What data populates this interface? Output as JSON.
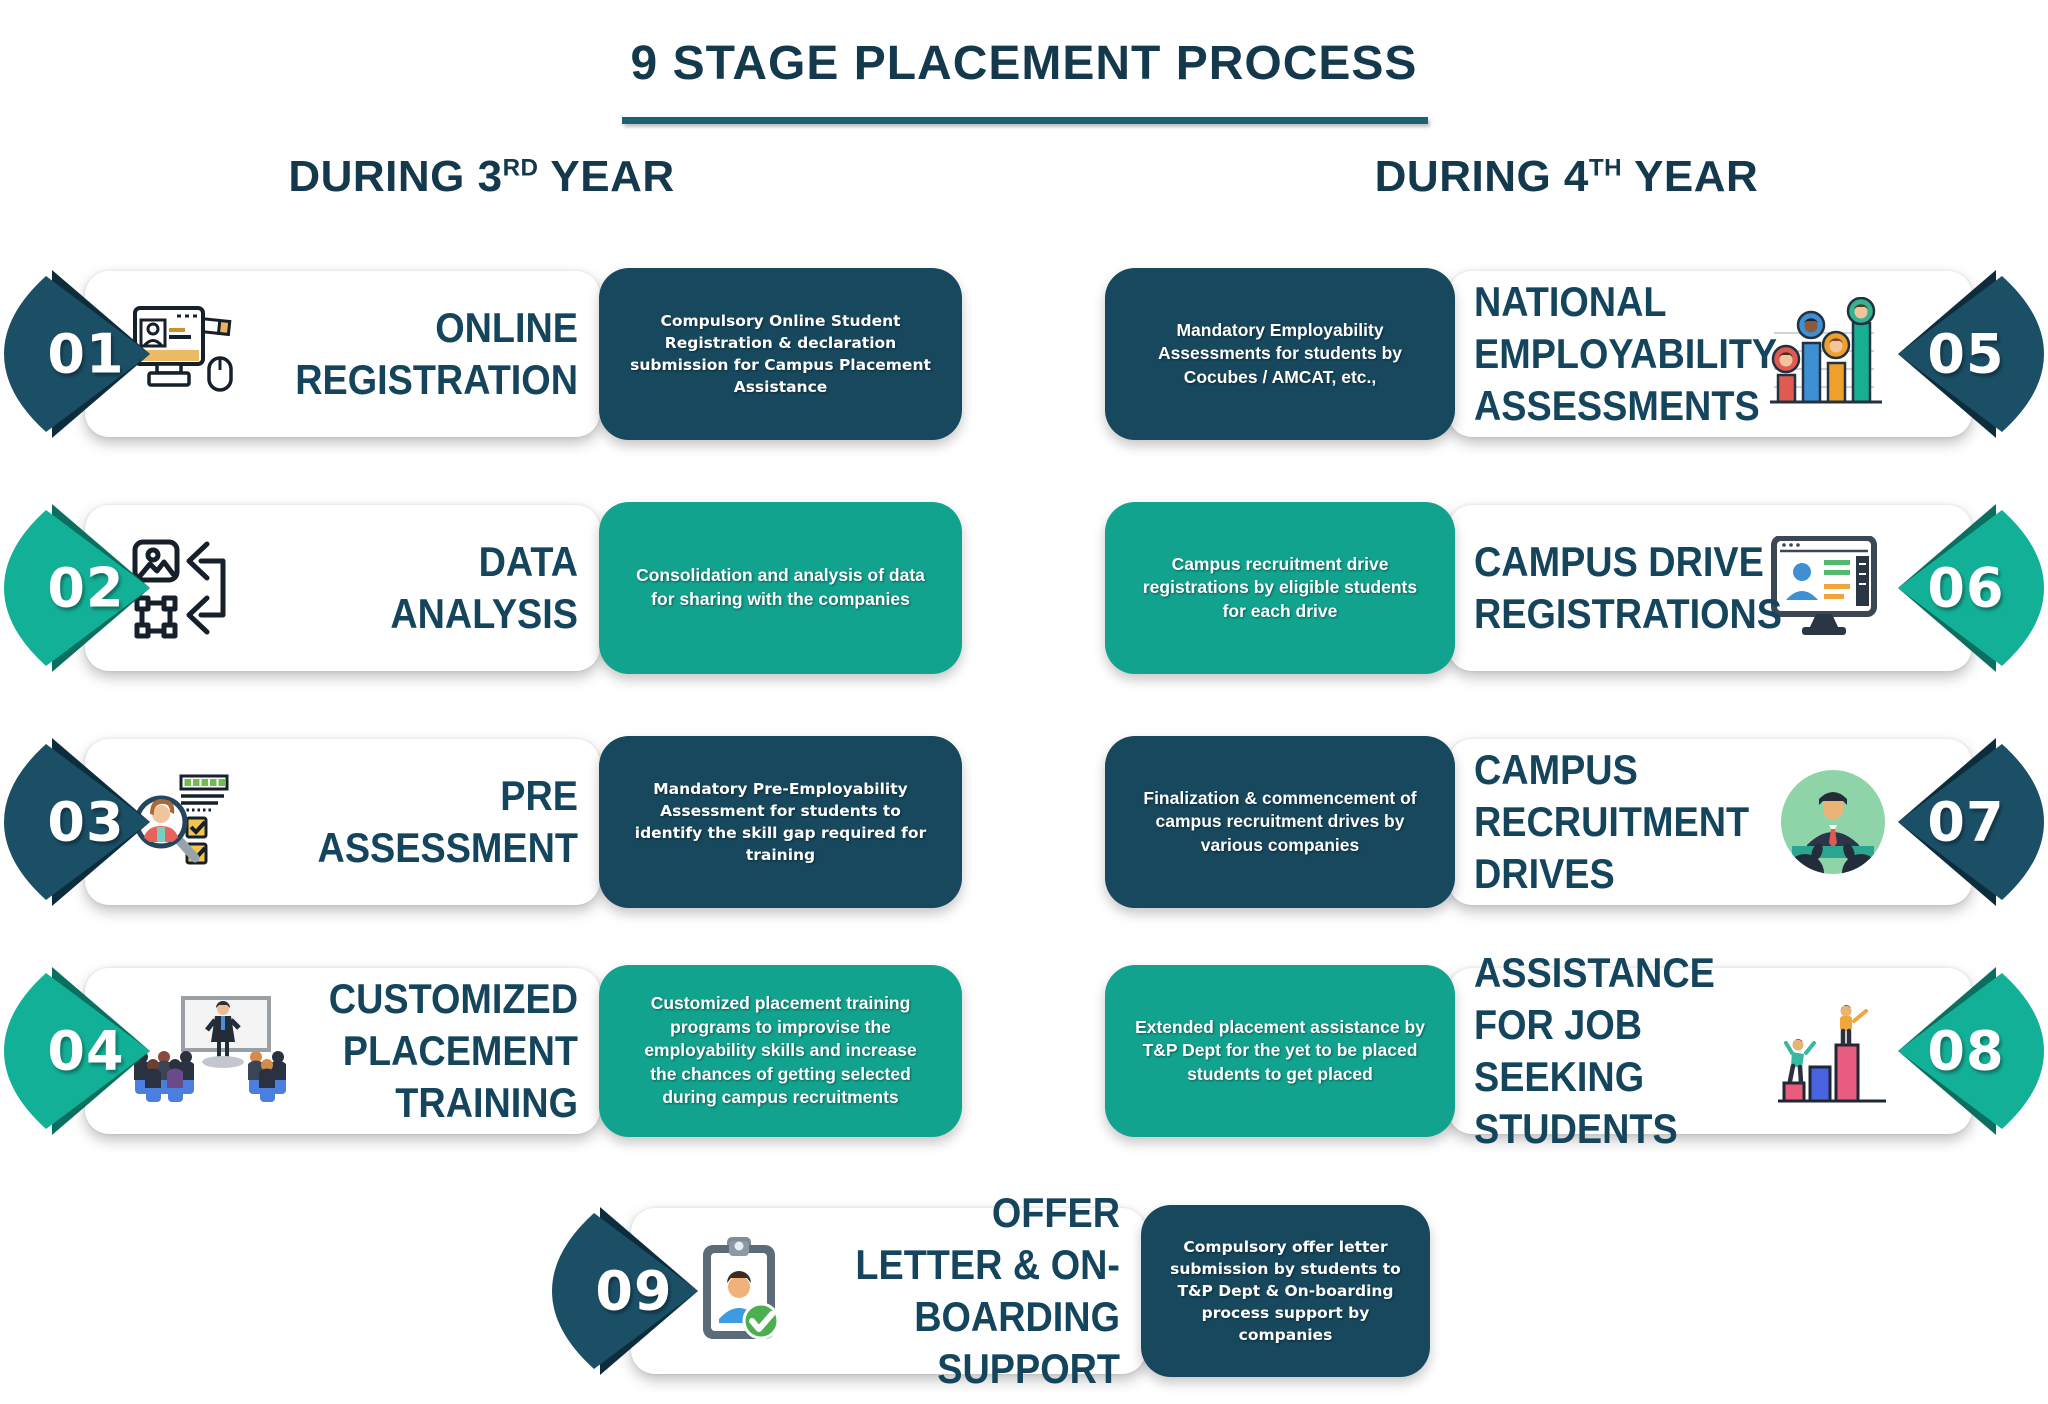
{
  "page": {
    "title": "9 STAGE PLACEMENT PROCESS"
  },
  "columns": {
    "left": {
      "prefix": "DURING 3",
      "sup": "RD",
      "suffix": " YEAR"
    },
    "right": {
      "prefix": "DURING 4",
      "sup": "TH",
      "suffix": " YEAR"
    }
  },
  "stages": [
    {
      "num": "01",
      "title": "ONLINE REGISTRATION",
      "desc": "Compulsory Online Student Registration & declaration submission for Campus Placement Assistance",
      "icon": "online-registration-icon",
      "tone": "dark",
      "side": "left"
    },
    {
      "num": "02",
      "title": "DATA ANALYSIS",
      "desc": "Consolidation and analysis of data for sharing with the companies",
      "icon": "data-analysis-icon",
      "tone": "teal",
      "side": "left"
    },
    {
      "num": "03",
      "title": "PRE ASSESSMENT",
      "desc": "Mandatory Pre-Employability Assessment for students to identify the skill gap required for training",
      "icon": "pre-assessment-icon",
      "tone": "dark",
      "side": "left"
    },
    {
      "num": "04",
      "title": "CUSTOMIZED PLACEMENT TRAINING",
      "desc": "Customized placement training programs to improvise the employability skills and increase the chances of getting selected during campus recruitments",
      "icon": "placement-training-icon",
      "tone": "teal",
      "side": "left"
    },
    {
      "num": "05",
      "title": "NATIONAL EMPLOYABILITY ASSESSMENTS",
      "desc": "Mandatory Employability Assessments for students by Cocubes / AMCAT, etc.,",
      "icon": "employability-assessments-icon",
      "tone": "dark",
      "side": "right"
    },
    {
      "num": "06",
      "title": "CAMPUS DRIVE REGISTRATIONS",
      "desc": "Campus recruitment drive registrations by eligible students for each drive",
      "icon": "campus-drive-registrations-icon",
      "tone": "teal",
      "side": "right"
    },
    {
      "num": "07",
      "title": "CAMPUS RECRUITMENT DRIVES",
      "desc": "Finalization & commencement of campus recruitment drives by various companies",
      "icon": "campus-recruitment-drives-icon",
      "tone": "dark",
      "side": "right"
    },
    {
      "num": "08",
      "title": "ASSISTANCE FOR JOB SEEKING STUDENTS",
      "desc": "Extended placement assistance by T&P Dept for the yet to be placed students to get placed",
      "icon": "job-seeking-assistance-icon",
      "tone": "teal",
      "side": "right"
    },
    {
      "num": "09",
      "title": "OFFER LETTER & ON-BOARDING SUPPORT",
      "desc": "Compulsory offer letter submission by students to T&P Dept & On-boarding process support by companies",
      "icon": "offer-letter-icon",
      "tone": "dark",
      "side": "center"
    }
  ],
  "colors": {
    "dark": "#17485E",
    "teal": "#12A38F",
    "navy_text": "#14384C",
    "underline": "#1E6076"
  }
}
